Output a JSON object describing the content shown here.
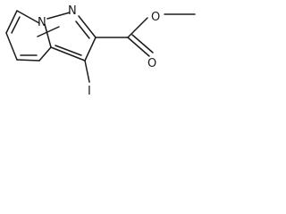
{
  "molecule": {
    "atoms": {
      "n_bridge": "N",
      "n_ring": "N",
      "iodine": "I",
      "o_carbonyl": "O",
      "o_ester": "O"
    }
  }
}
